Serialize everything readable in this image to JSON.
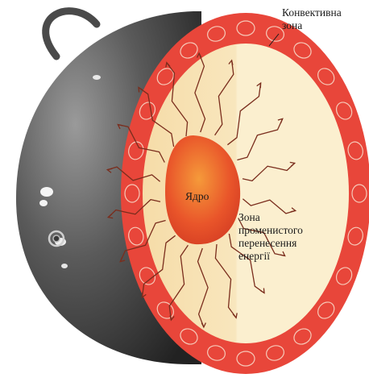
{
  "labels": {
    "convective_zone": "Конвективна\nзона",
    "core": "Ядро",
    "radiative_zone": "Зона\nпроменистого\nперенесення\nенергії"
  },
  "colors": {
    "shell_dark": "#3b3b3b",
    "shell_light": "#8a8a8a",
    "convective": "#e8463a",
    "radiative": "#f7e2b0",
    "core": "#e94b2a",
    "arrows": "#7a2d1d",
    "convection_loops": "#f6c9b8"
  }
}
